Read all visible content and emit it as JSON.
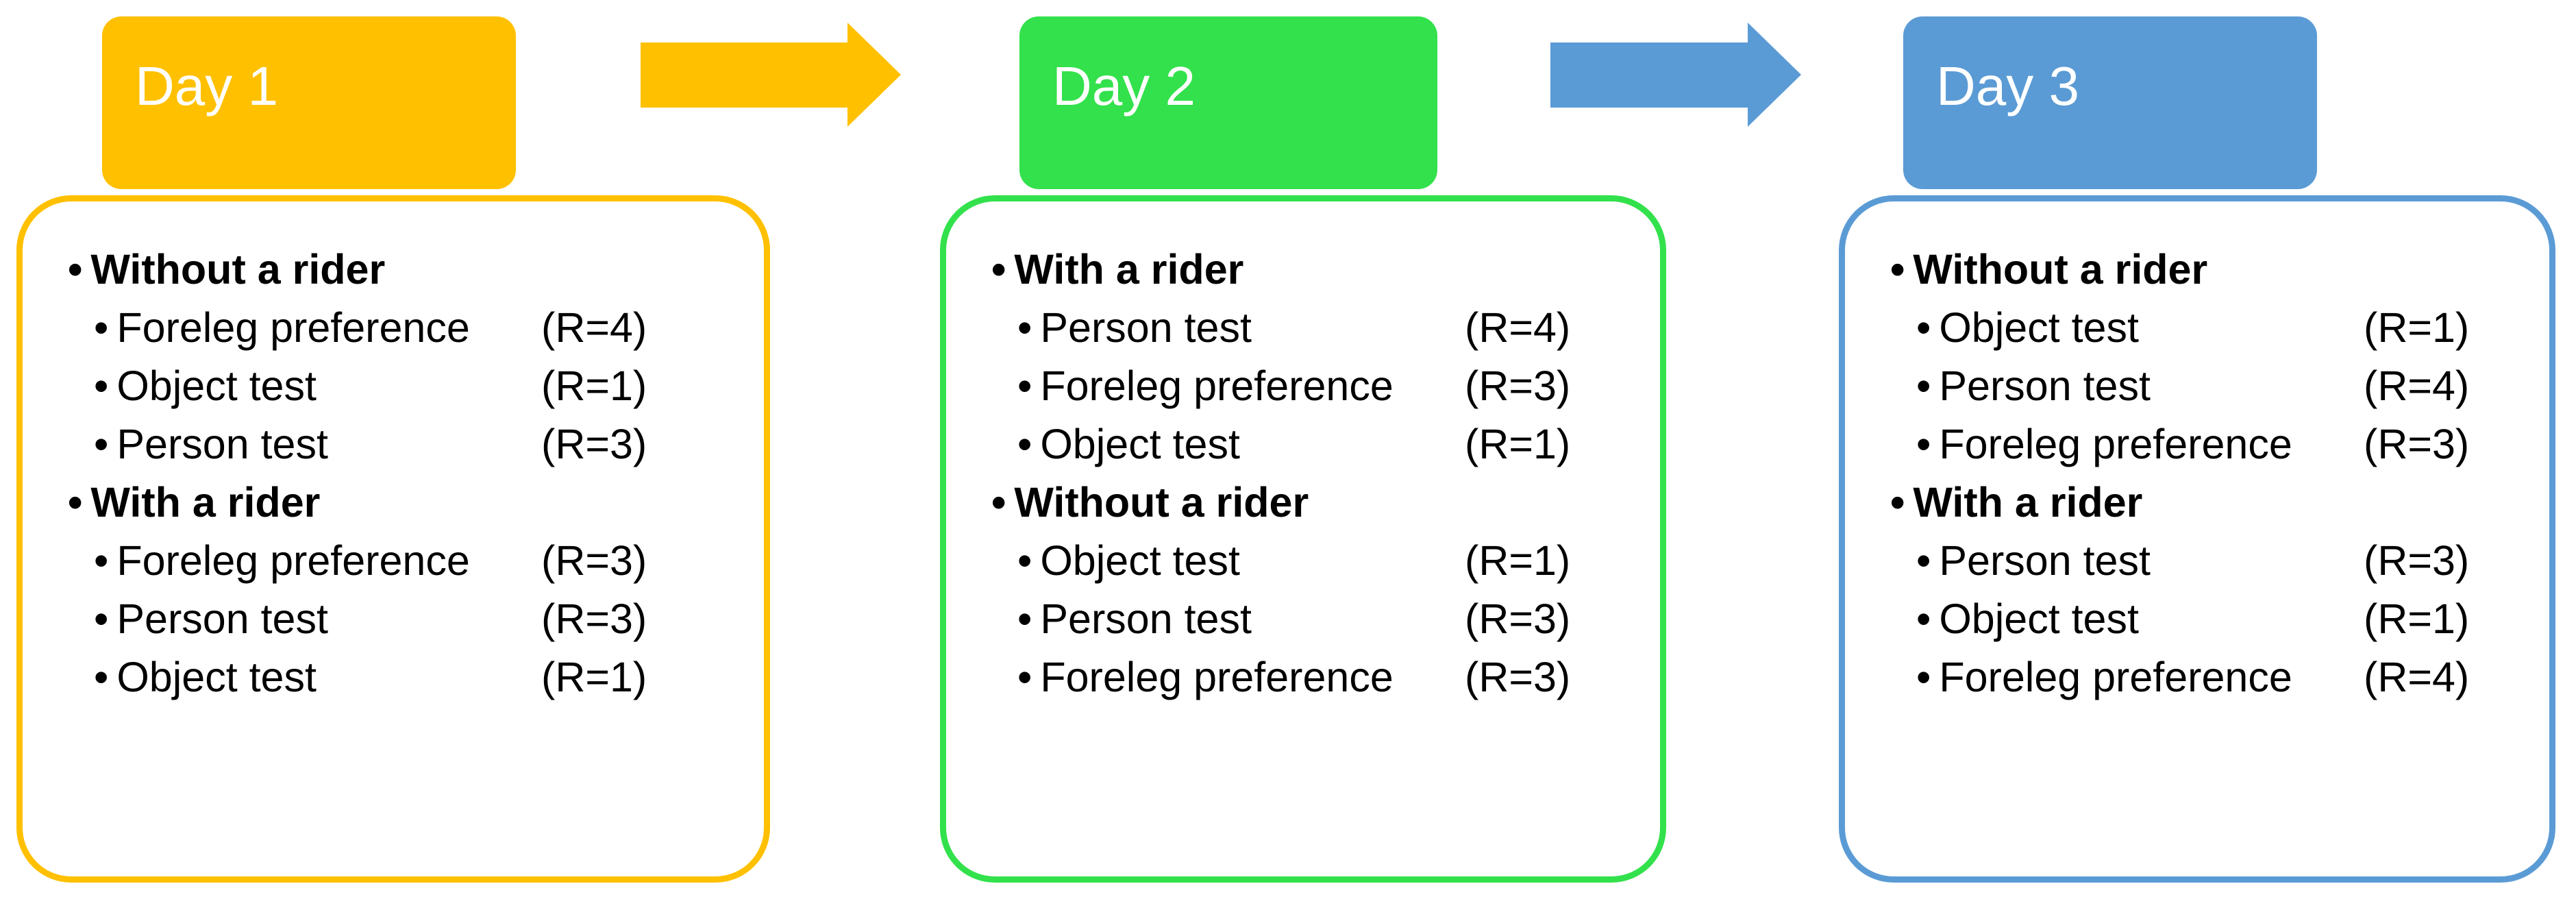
{
  "canvas": {
    "background": "#FFFFFF",
    "text_color": "#000000"
  },
  "colors": {
    "day1": "#FFC000",
    "day2": "#32E14B",
    "day3": "#5B9BD5"
  },
  "arrows": [
    {
      "name": "day1-to-day2",
      "color": "#FFC000"
    },
    {
      "name": "day2-to-day3",
      "color": "#5B9BD5"
    }
  ],
  "days": [
    {
      "label": "Day 1",
      "color": "#FFC000",
      "rows": [
        {
          "type": "section",
          "label": "Without a rider"
        },
        {
          "type": "item",
          "label": "Foreleg preference",
          "r": "(R=4)"
        },
        {
          "type": "item",
          "label": "Object test",
          "r": "(R=1)"
        },
        {
          "type": "item",
          "label": "Person test",
          "r": "(R=3)"
        },
        {
          "type": "section",
          "label": "With a rider"
        },
        {
          "type": "item",
          "label": "Foreleg preference",
          "r": "(R=3)"
        },
        {
          "type": "item",
          "label": "Person test",
          "r": "(R=3)"
        },
        {
          "type": "item",
          "label": "Object test",
          "r": "(R=1)"
        }
      ]
    },
    {
      "label": "Day 2",
      "color": "#32E14B",
      "rows": [
        {
          "type": "section",
          "label": "With a rider"
        },
        {
          "type": "item",
          "label": "Person test",
          "r": "(R=4)"
        },
        {
          "type": "item",
          "label": "Foreleg preference",
          "r": "(R=3)"
        },
        {
          "type": "item",
          "label": "Object test",
          "r": "(R=1)"
        },
        {
          "type": "section",
          "label": "Without a rider"
        },
        {
          "type": "item",
          "label": "Object test",
          "r": "(R=1)"
        },
        {
          "type": "item",
          "label": "Person test",
          "r": "(R=3)"
        },
        {
          "type": "item",
          "label": "Foreleg preference",
          "r": "(R=3)"
        }
      ]
    },
    {
      "label": "Day 3",
      "color": "#5B9BD5",
      "rows": [
        {
          "type": "section",
          "label": "Without a rider"
        },
        {
          "type": "item",
          "label": "Object test",
          "r": "(R=1)"
        },
        {
          "type": "item",
          "label": "Person test",
          "r": "(R=4)"
        },
        {
          "type": "item",
          "label": "Foreleg preference",
          "r": "(R=3)"
        },
        {
          "type": "section",
          "label": "With a rider"
        },
        {
          "type": "item",
          "label": "Person test",
          "r": "(R=3)"
        },
        {
          "type": "item",
          "label": "Object test",
          "r": "(R=1)"
        },
        {
          "type": "item",
          "label": "Foreleg preference",
          "r": "(R=4)"
        }
      ]
    }
  ]
}
